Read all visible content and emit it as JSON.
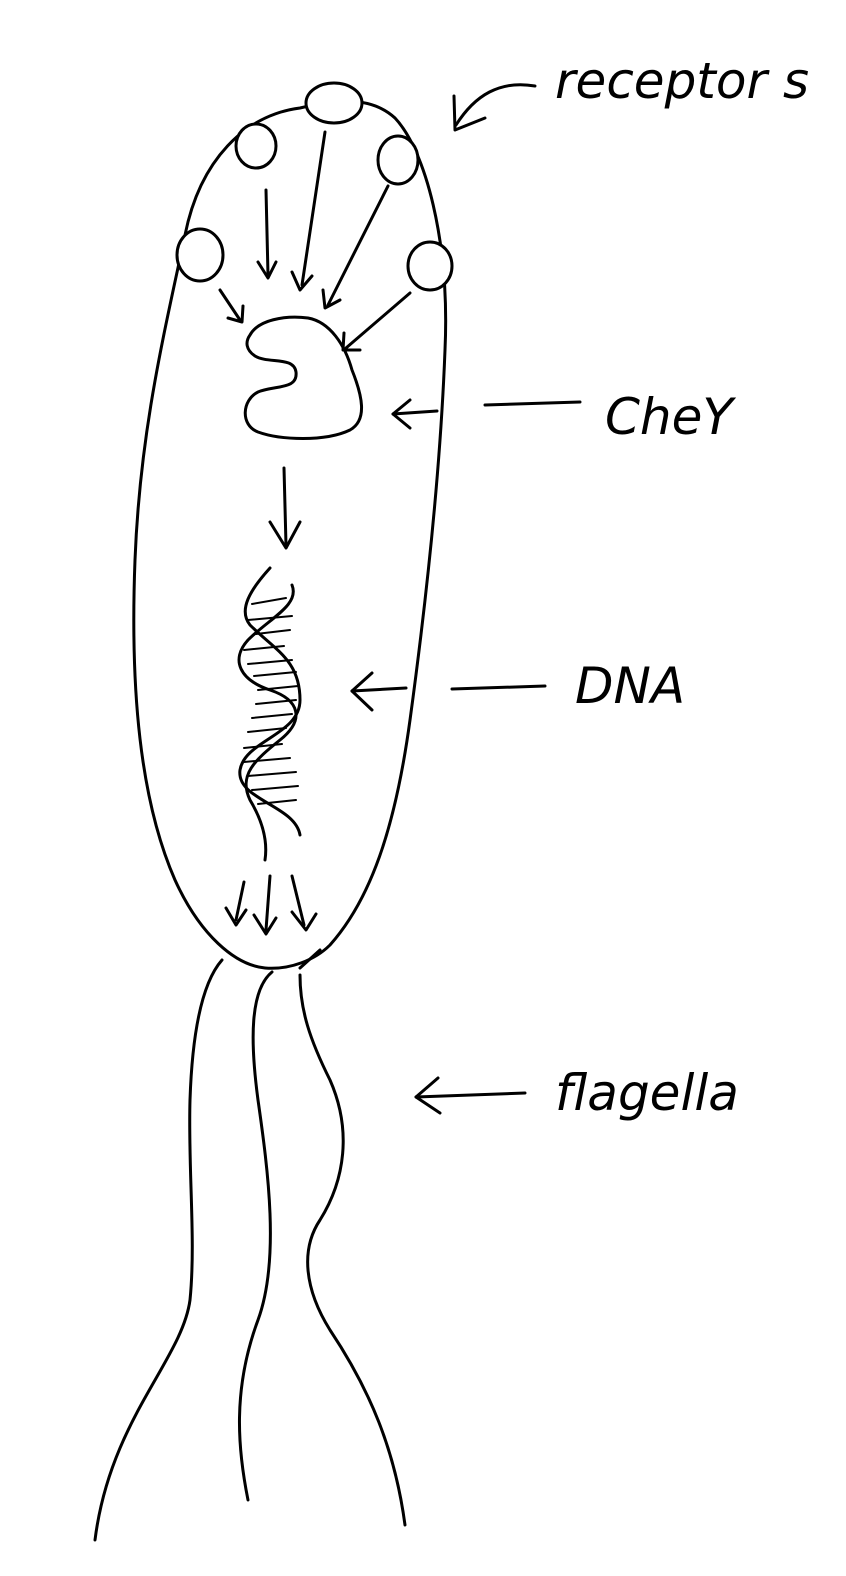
{
  "labels": {
    "receptors": "receptor s",
    "chey": "CheY",
    "dna": "DNA",
    "flagella": "flagella"
  },
  "colors": {
    "ink": "#000000",
    "background": "#ffffff"
  }
}
